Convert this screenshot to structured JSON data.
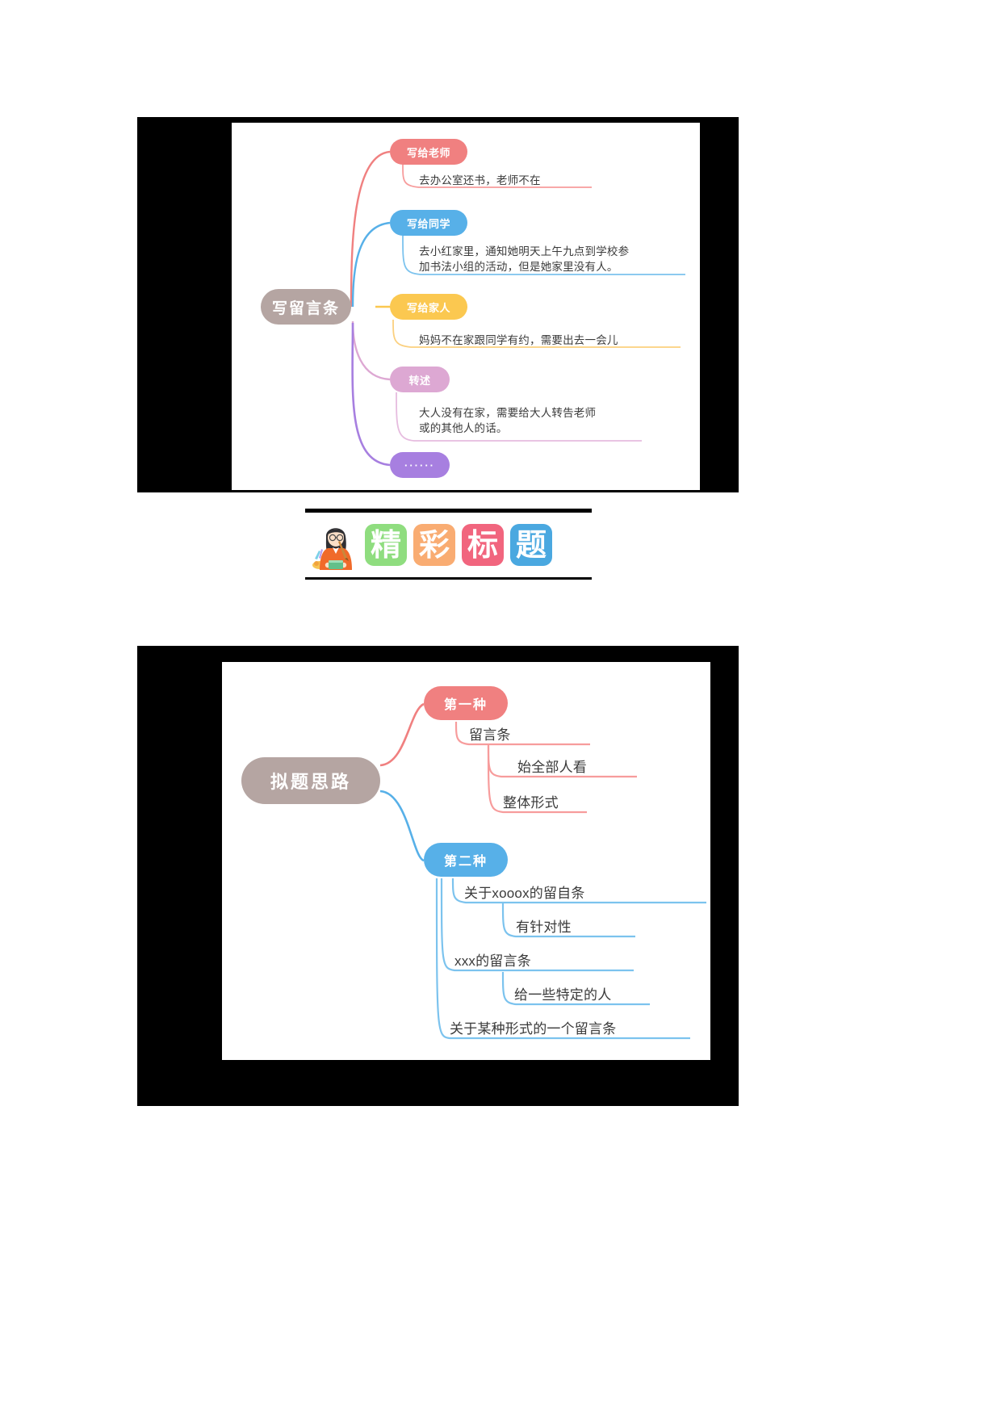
{
  "page": {
    "background_color": "#ffffff",
    "plate_color": "#000000"
  },
  "mindmap1": {
    "root": {
      "label": "写留言条",
      "color": "#b5a5a2"
    },
    "branches": [
      {
        "label": "写给老师",
        "color": "#f08080",
        "detail": "去办公室还书，老师不在"
      },
      {
        "label": "写给同学",
        "color": "#57b0e8",
        "detail": "去小红家里，通知她明天上午九点到学校参\n加书法小组的活动，但是她家里没有人。"
      },
      {
        "label": "写给家人",
        "color": "#fbc850",
        "detail": "妈妈不在家跟同学有约，需要出去一会儿"
      },
      {
        "label": "转述",
        "color": "#dda8d3",
        "detail": "大人没有在家，需要给大人转告老师\n或的其他人的话。"
      },
      {
        "label": "······",
        "color": "#a77fe0",
        "detail": ""
      }
    ]
  },
  "banner": {
    "icon": "teacher-illustration",
    "tiles": [
      {
        "char": "精",
        "color": "#8fdd7f"
      },
      {
        "char": "彩",
        "color": "#f7a濟"
      },
      {
        "char": "标",
        "color": "#f1657e"
      },
      {
        "char": "题",
        "color": "#4aa8e0"
      }
    ]
  },
  "mindmap2": {
    "root": {
      "label": "拟题思路",
      "color": "#b5a5a2"
    },
    "branches": [
      {
        "label": "第一种",
        "color": "#f08080",
        "children": [
          "留言条",
          "始全部人看",
          "整体形式"
        ]
      },
      {
        "label": "第二种",
        "color": "#57b0e8",
        "children": [
          "关于xooox的留自条",
          "有针对性",
          "xxx的留言条",
          "给一些特定的人",
          "关于某种形式的一个留言条"
        ]
      }
    ]
  }
}
